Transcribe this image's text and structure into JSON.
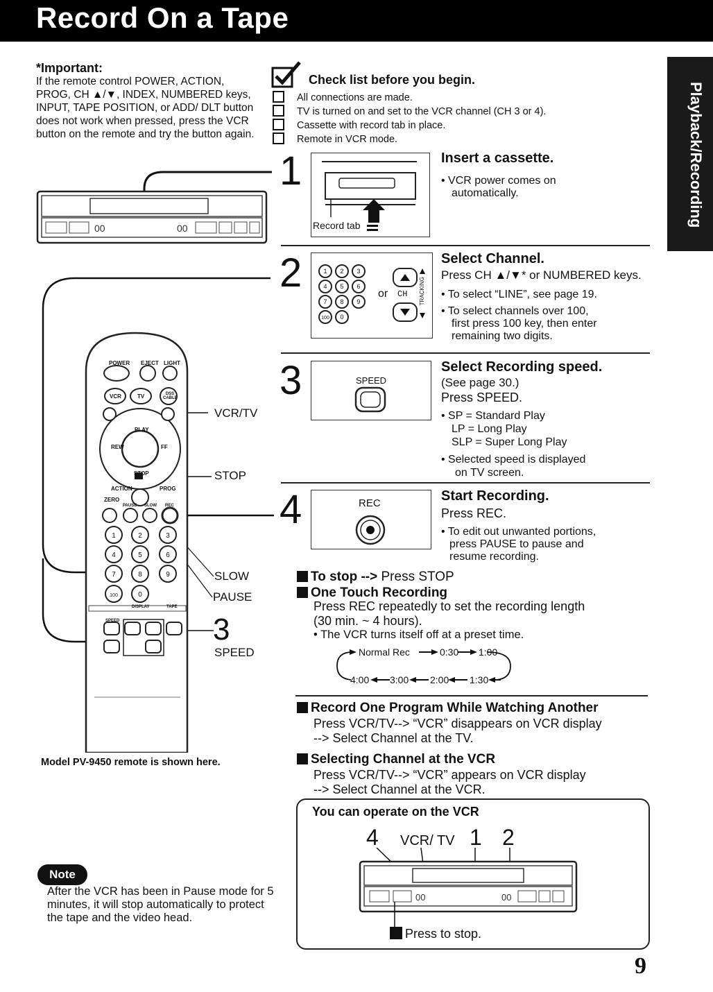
{
  "header": {
    "title": "Record On a Tape"
  },
  "side_tab": {
    "label": "Playback/Recording"
  },
  "important": {
    "title": "*Important:",
    "body": "If the remote control POWER, ACTION, PROG, CH ▲/▼, INDEX, NUMBERED keys, INPUT, TAPE POSITION, or ADD/ DLT button does not work when pressed, press the VCR button on the remote and try the button again."
  },
  "checklist": {
    "title": "Check list before you begin.",
    "items": [
      "All connections are made.",
      "TV is turned on and set to the VCR channel (CH 3 or 4).",
      "Cassette with record tab in place.",
      "Remote in VCR mode."
    ]
  },
  "steps": [
    {
      "num": "1",
      "title": "Insert a cassette.",
      "lines": [
        "• VCR power comes on",
        "automatically."
      ],
      "figure_label": "Record tab"
    },
    {
      "num": "2",
      "title": "Select Channel.",
      "lines": [
        "Press CH ▲/▼* or NUMBERED keys.",
        "• To select “LINE”, see page 19.",
        "• To select channels over 100,",
        "first press 100 key, then enter",
        "remaining two digits."
      ],
      "figure_or": "or",
      "figure_ch": "CH",
      "figure_tracking": "TRACKING"
    },
    {
      "num": "3",
      "title": "Select Recording speed.",
      "lines": [
        "(See page 30.)",
        "Press SPEED.",
        "• SP = Standard Play",
        "LP = Long Play",
        "SLP = Super Long Play",
        "• Selected speed is displayed",
        "on TV screen."
      ],
      "figure_label": "SPEED"
    },
    {
      "num": "4",
      "title": "Start Recording.",
      "lines": [
        "Press REC.",
        "• To edit out unwanted portions,",
        "press PAUSE to pause and",
        "resume recording."
      ],
      "figure_label": "REC"
    }
  ],
  "remote": {
    "callouts": {
      "vcrtv": "VCR/TV",
      "stop": "STOP",
      "slow": "SLOW",
      "pause": "PAUSE",
      "three": "3",
      "speed": "SPEED"
    },
    "caption": "Model PV-9450 remote is shown here.",
    "labels": {
      "power": "POWER",
      "eject": "EJECT",
      "light": "LIGHT",
      "vcr": "VCR",
      "tv": "TV",
      "dss": "DSS CABLE",
      "play": "PLAY",
      "rew": "REW",
      "ff": "FF",
      "stop": "STOP",
      "action": "ACTION",
      "prog": "PROG",
      "zero": "ZERO",
      "pause": "PAUSE",
      "slow": "SLOW",
      "rec": "REC",
      "display": "DISPLAY",
      "tape": "TAPE",
      "speed": "SPEED"
    }
  },
  "to_stop": {
    "label": "To stop -->",
    "text": "Press STOP"
  },
  "otr": {
    "title": "One Touch Recording",
    "text1": "Press REC repeatedly to set the recording length",
    "text2": "(30 min. ~ 4 hours).",
    "bullet": "• The VCR turns itself off at a preset time.",
    "cycle_top": [
      "Normal Rec",
      "0:30",
      "1:00"
    ],
    "cycle_bottom": [
      "4:00",
      "3:00",
      "2:00",
      "1:30"
    ]
  },
  "record_one": {
    "title": "Record One Program While Watching Another",
    "line1": "Press VCR/TV--> “VCR” disappears on VCR display",
    "line2": "--> Select Channel at the TV."
  },
  "selecting": {
    "title": "Selecting Channel at the VCR",
    "line1": "Press VCR/TV--> “VCR” appears on VCR display",
    "line2": "--> Select Channel at the VCR."
  },
  "operate_box": {
    "title": "You can operate on the VCR",
    "label_4": "4",
    "label_vcrtv": "VCR/ TV",
    "label_1": "1",
    "label_2": "2",
    "press_stop": "Press to stop."
  },
  "note": {
    "label": "Note",
    "text": "After the VCR has been in Pause mode for 5 minutes, it will stop automatically to protect the tape and the video head."
  },
  "page_number": "9"
}
